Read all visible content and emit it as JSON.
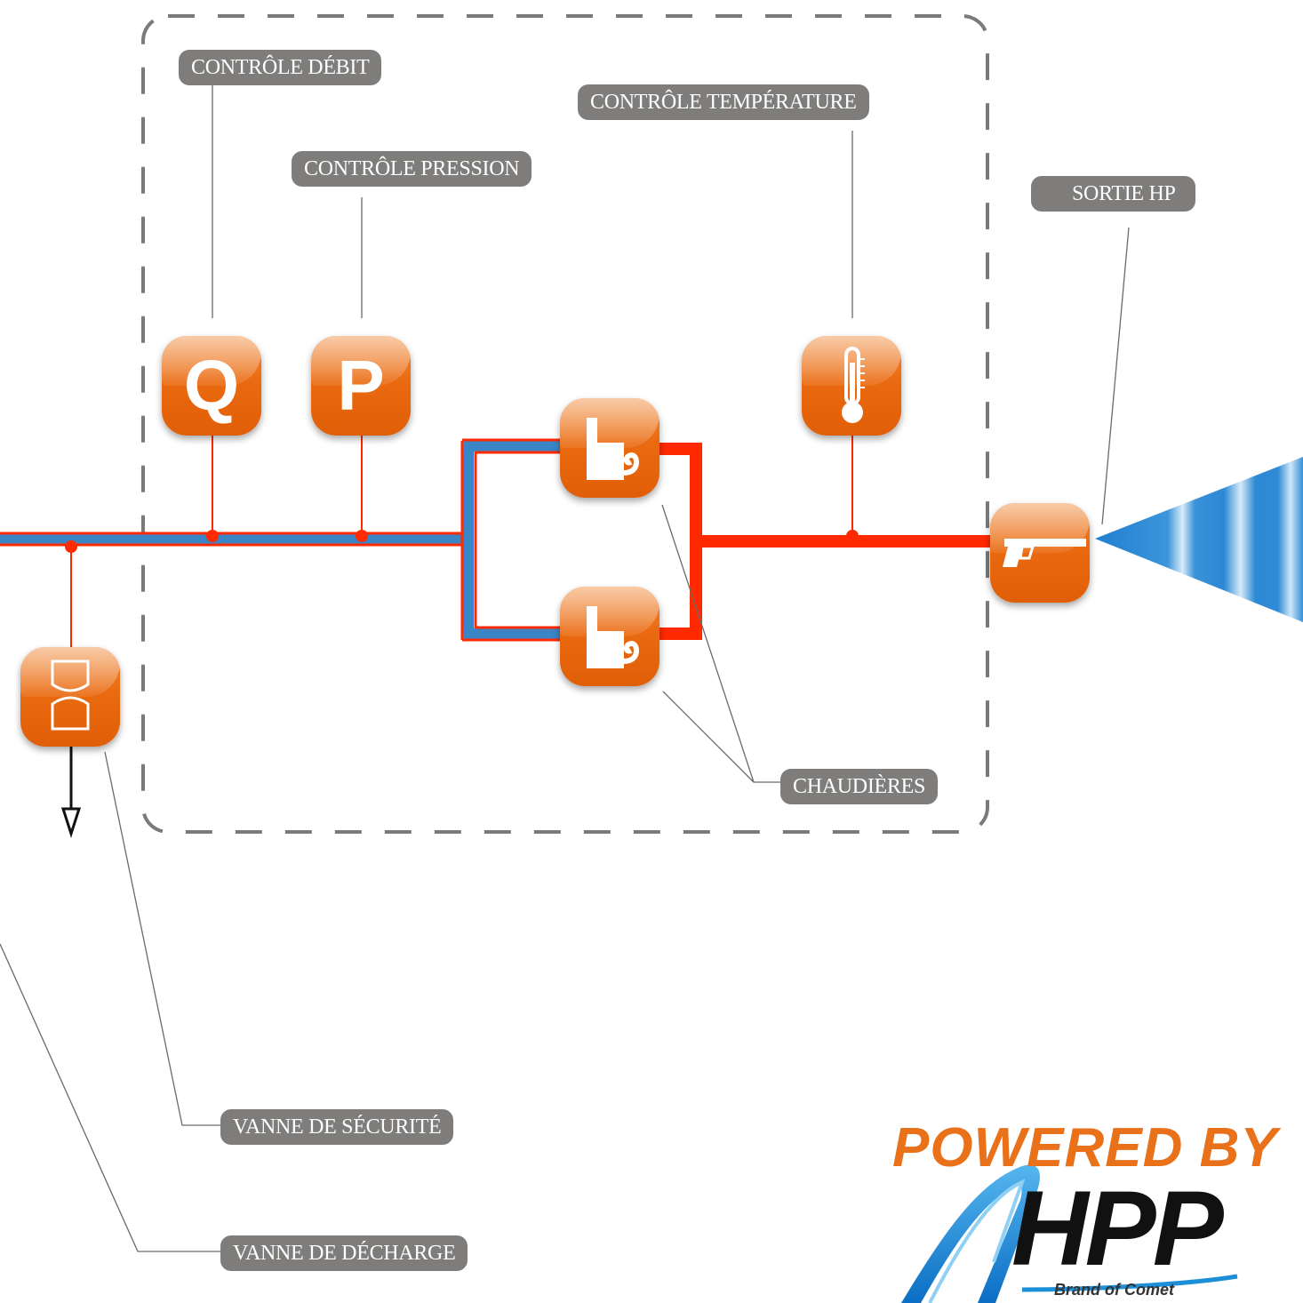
{
  "labels": {
    "controle_debit": "CONTRÔLE DÉBIT",
    "controle_pression": "CONTRÔLE PRESSION",
    "controle_temperature": "CONTRÔLE TEMPÉRATURE",
    "sortie_hp": "SORTIE HP",
    "chaudieres": "CHAUDIÈRES",
    "vanne_securite": "VANNE DE SÉCURITÉ",
    "vanne_decharge": "VANNE DE DÉCHARGE"
  },
  "icons": {
    "flow": "Q",
    "pressure": "P",
    "thermometer": "thermometer-icon",
    "boiler": "boiler-icon",
    "gun": "spray-gun-icon",
    "safety_valve": "safety-valve-icon"
  },
  "logo": {
    "powered_by": "POWERED BY",
    "brand": "HPP",
    "tagline": "Brand of Comet"
  },
  "colors": {
    "hot_pipe": "#ff2a00",
    "cold_pipe": "#3a85c6",
    "icon_orange": "#ea6a10",
    "label_grey": "#7e7d7b",
    "logo_orange": "#e8711a",
    "logo_blue": "#1d8fd8"
  }
}
